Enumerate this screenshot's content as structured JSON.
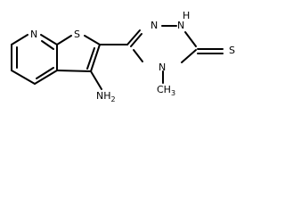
{
  "molecule": {
    "atoms": {
      "n_pyridine": "N",
      "s_thiophene": "S",
      "nh2_main": "NH",
      "nh2_sub": "2",
      "n_triazole_top": "N",
      "nh_triazole": "H",
      "nh_triazole_n": "N",
      "n_methyl": "N",
      "methyl": "CH",
      "methyl_sub": "3",
      "s_thione": "S"
    }
  }
}
